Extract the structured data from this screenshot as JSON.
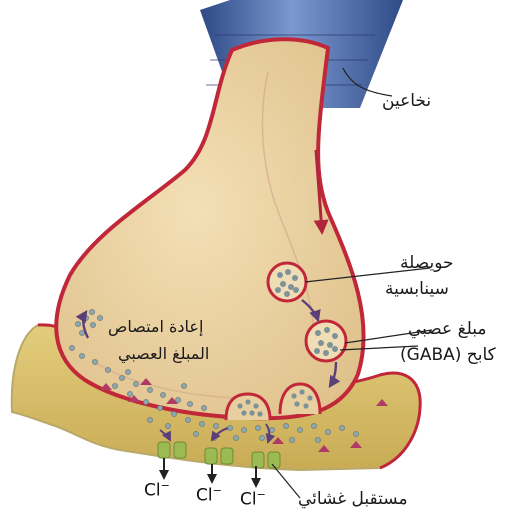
{
  "labels": {
    "myelin": "نخاعين",
    "vesicle_line1": "حويصلة",
    "vesicle_line2": "سينابسية",
    "transmitter_line1": "مبلغ عصبي",
    "transmitter_line2": "كابح (GABA)",
    "reuptake_line1": "إعادة امتصاص",
    "reuptake_line2": "المبلغ العصبي",
    "receptor": "مستقبل غشائي",
    "chloride": "Cl",
    "chloride_charge": "−"
  },
  "colors": {
    "axon_fill": "#ead3a4",
    "membrane": "#c0283a",
    "postsynaptic_fill": "#d8c06a",
    "myelin": "#5c79b4",
    "vesicle": "#7e9299",
    "receptor": "#9bbb52"
  }
}
